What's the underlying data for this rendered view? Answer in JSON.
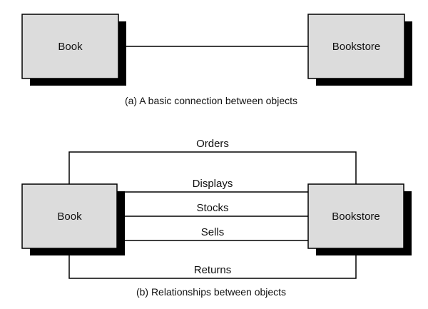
{
  "colors": {
    "box_fill": "#dcdcdc",
    "box_shadow": "#000000",
    "line": "#000000",
    "background": "#ffffff"
  },
  "panel_a": {
    "left_box": "Book",
    "right_box": "Bookstore",
    "caption": "(a) A basic connection between objects"
  },
  "panel_b": {
    "left_box": "Book",
    "right_box": "Bookstore",
    "relationships": {
      "orders": "Orders",
      "displays": "Displays",
      "stocks": "Stocks",
      "sells": "Sells",
      "returns": "Returns"
    },
    "caption": "(b) Relationships between objects"
  }
}
